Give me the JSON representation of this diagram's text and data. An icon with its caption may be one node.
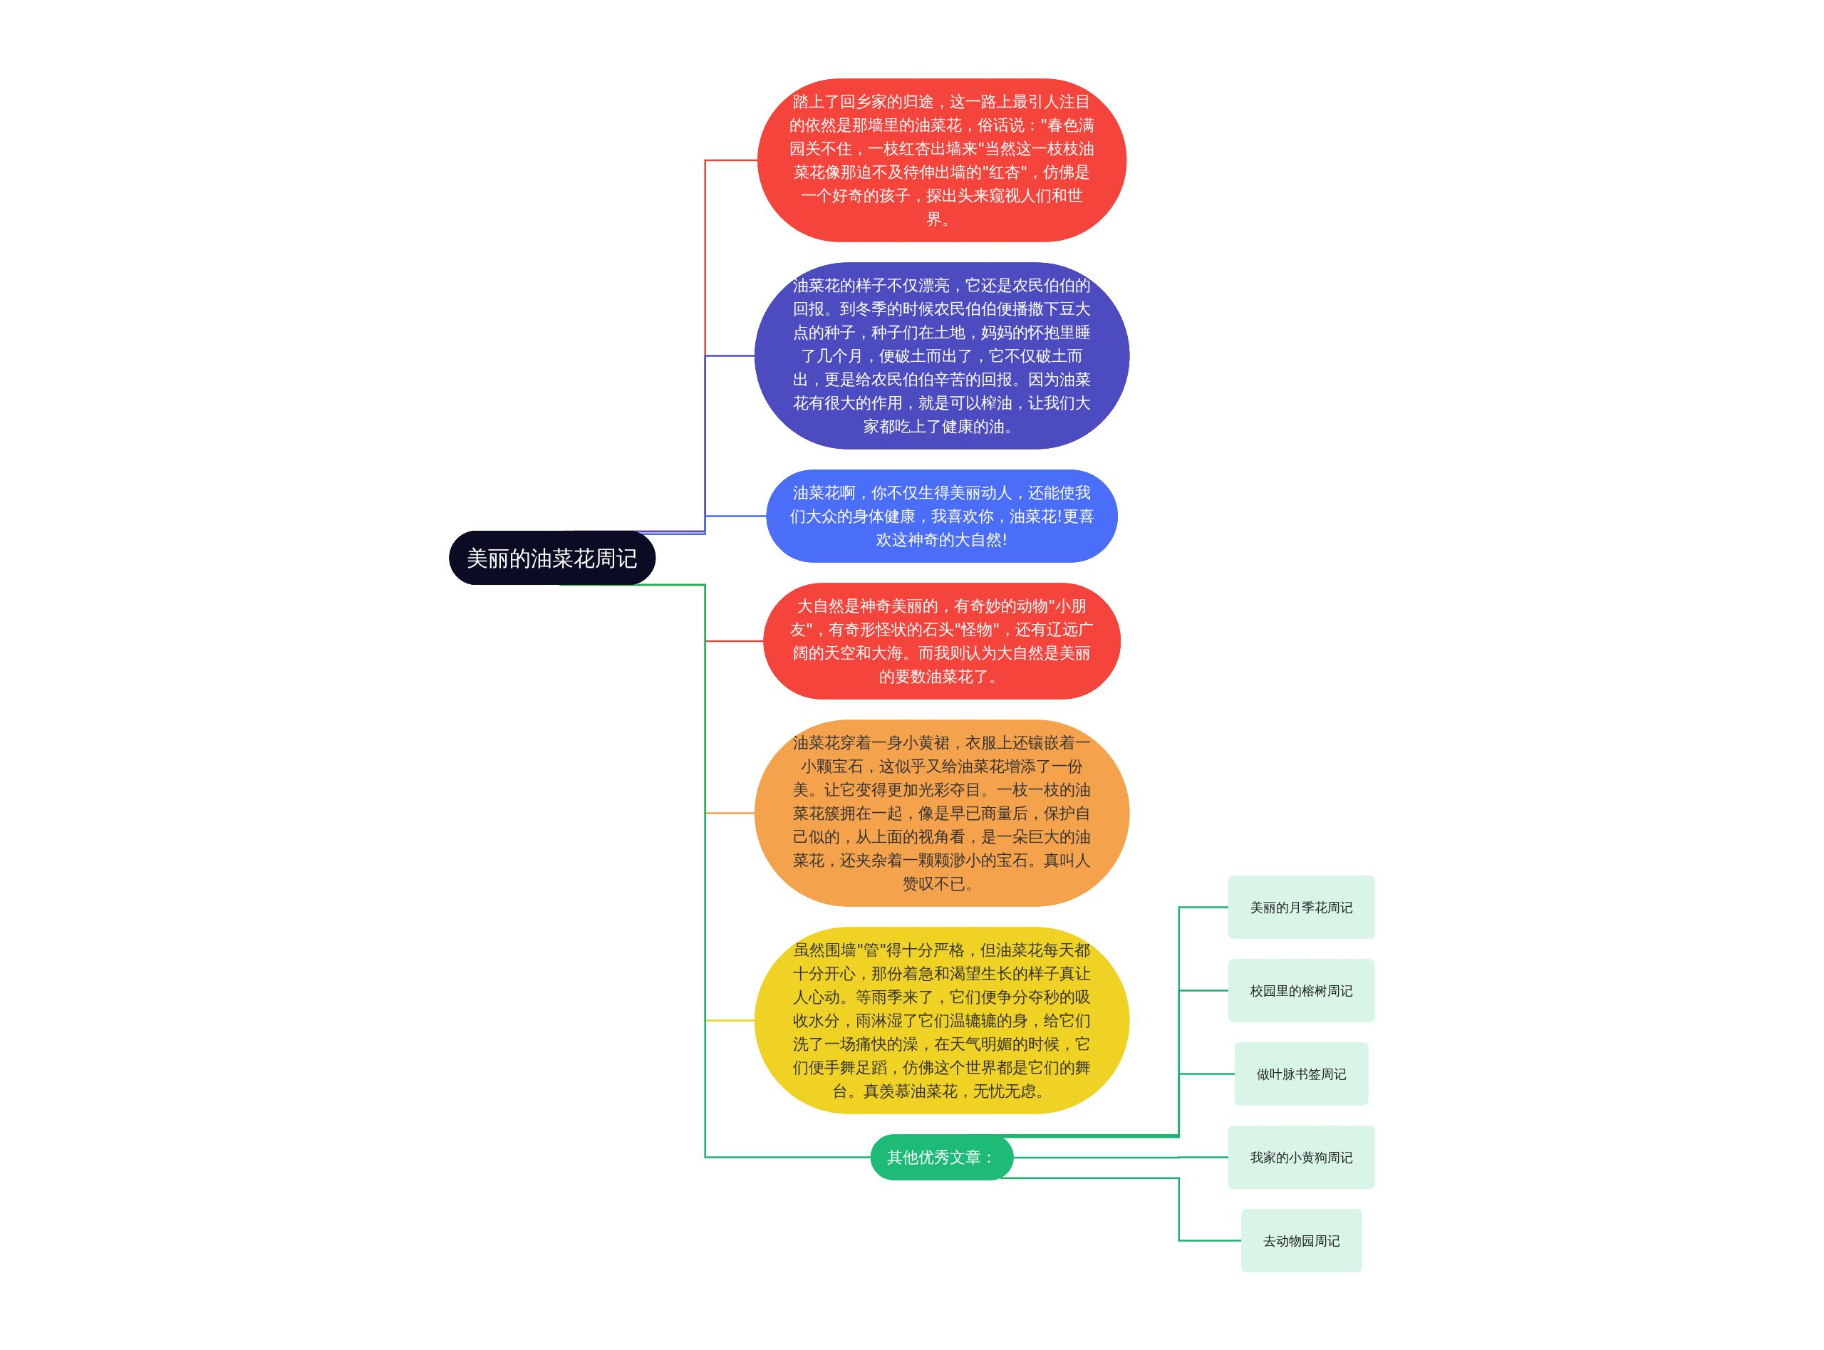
{
  "diagram": {
    "nodes": [
      {
        "text": [
          "美丽的油菜花周记"
        ]
      },
      {
        "text": [
          "踏上了回乡家的归途，这一路上最引人注目的依然是那墙里的油菜花，俗话说：\"春色满园关不住，一枝红杏出墙来\"当然这一枝枝油菜花像那迫不及待伸出墙的\"红杏\"，仿佛是一个好奇的孩子，探出头来窥视人们和世界。"
        ]
      },
      {
        "text": [
          "油菜花的样子不仅漂亮，它还是农民伯伯的回报。到冬季的时候农民伯伯便播撒下豆大点的种子，种子们在土地，妈妈的怀抱里睡了几个月，便破土而出了，它不仅破土而出，更是给农民伯伯辛苦的回报。因为油菜花有很大的作用，就是可以榨油，让我们大家都吃上了健康的油。"
        ]
      },
      {
        "text": [
          "油菜花啊，你不仅生得美丽动人，还能使我们大众的身体健康，我喜欢你，油菜花!更喜欢这神奇的大自然!"
        ]
      },
      {
        "text": [
          "大自然是神奇美丽的，有奇妙的动物\"小朋友\"，有奇形怪状的石头\"怪物\"，还有辽远广阔的天空和大海。而我则认为大自然是美丽的要数油菜花了。"
        ]
      },
      {
        "text": [
          "油菜花穿着一身小黄裙，衣服上还镶嵌着一小颗宝石，这似乎又给油菜花增添了一份美。让它变得更加光彩夺目。一枝一枝的油菜花簇拥在一起，像是早已商量后，保护自己似的，从上面的视角看，是一朵巨大的油菜花，还夹杂着一颗颗渺小的宝石。真叫人赞叹不已。"
        ]
      },
      {
        "text": [
          "虽然围墙\"管\"得十分严格，但油菜花每天都十分开心，那份着急和渴望生长的样子真让人心动。等雨季来了，它们便争分夺秒的吸收水分，雨淋湿了它们温辘辘的身，给它们洗了一场痛快的澡，在天气明媚的时候，它们便手舞足蹈，仿佛这个世界都是它们的舞台。真羡慕油菜花，无忧无虑。"
        ]
      },
      {
        "text": [
          "其他优秀文章："
        ]
      },
      {
        "text": [
          "美丽的月季花周记"
        ]
      },
      {
        "text": [
          "校园里的榕树周记"
        ]
      },
      {
        "text": [
          "做叶脉书签周记"
        ]
      },
      {
        "text": [
          "我家的小黄狗周记"
        ]
      },
      {
        "text": [
          "去动物园周记"
        ]
      }
    ],
    "edges": [
      {
        "from": 0,
        "to": 1,
        "arrow": "none",
        "color": "#e04a3a"
      },
      {
        "from": 0,
        "to": 2,
        "arrow": "none",
        "color": "#4b4bbd"
      },
      {
        "from": 0,
        "to": 3,
        "arrow": "none",
        "color": "#4a6cf0"
      },
      {
        "from": 0,
        "to": 4,
        "arrow": "none",
        "color": "#e04a3a"
      },
      {
        "from": 0,
        "to": 5,
        "arrow": "none",
        "color": "#f0a04b"
      },
      {
        "from": 0,
        "to": 6,
        "arrow": "none",
        "color": "#eed11f"
      },
      {
        "from": 0,
        "to": 7,
        "arrow": "none",
        "color": "#17b26e"
      },
      {
        "from": 7,
        "to": 8,
        "arrow": "none",
        "color": "#17b26e"
      },
      {
        "from": 7,
        "to": 9,
        "arrow": "none",
        "color": "#17b26e"
      },
      {
        "from": 7,
        "to": 10,
        "arrow": "none",
        "color": "#17b26e"
      },
      {
        "from": 7,
        "to": 11,
        "arrow": "none",
        "color": "#17b26e"
      },
      {
        "from": 7,
        "to": 12,
        "arrow": "none",
        "color": "#17b26e"
      }
    ]
  }
}
